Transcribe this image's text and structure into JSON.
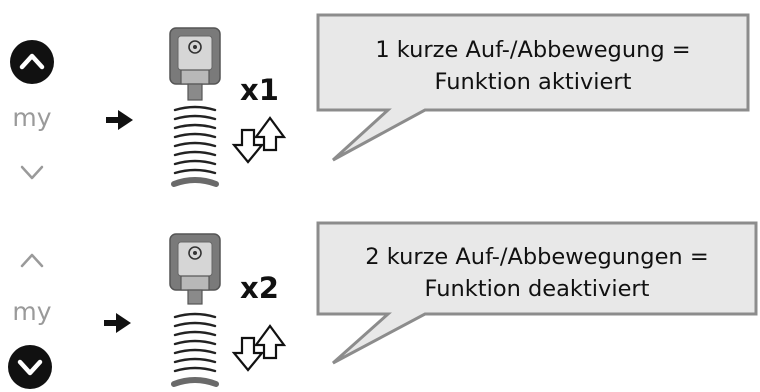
{
  "steps": [
    {
      "remote": {
        "up": "up-button",
        "my_label": "my",
        "down": "down-button",
        "highlighted": "up"
      },
      "multiplier": "x1",
      "message_line1": "1 kurze Auf-/Abbewegung =",
      "message_line2": "Funktion aktiviert"
    },
    {
      "remote": {
        "up": "up-button",
        "my_label": "my",
        "down": "down-button",
        "highlighted": "down"
      },
      "multiplier": "x2",
      "message_line1": "2 kurze Auf-/Abbewegungen =",
      "message_line2": "Funktion deaktiviert"
    }
  ],
  "colors": {
    "highlight": "#111111",
    "inactive": "#9a9a9a",
    "bubble_fill": "#e8e8e8",
    "bubble_stroke": "#8c8c8c"
  }
}
